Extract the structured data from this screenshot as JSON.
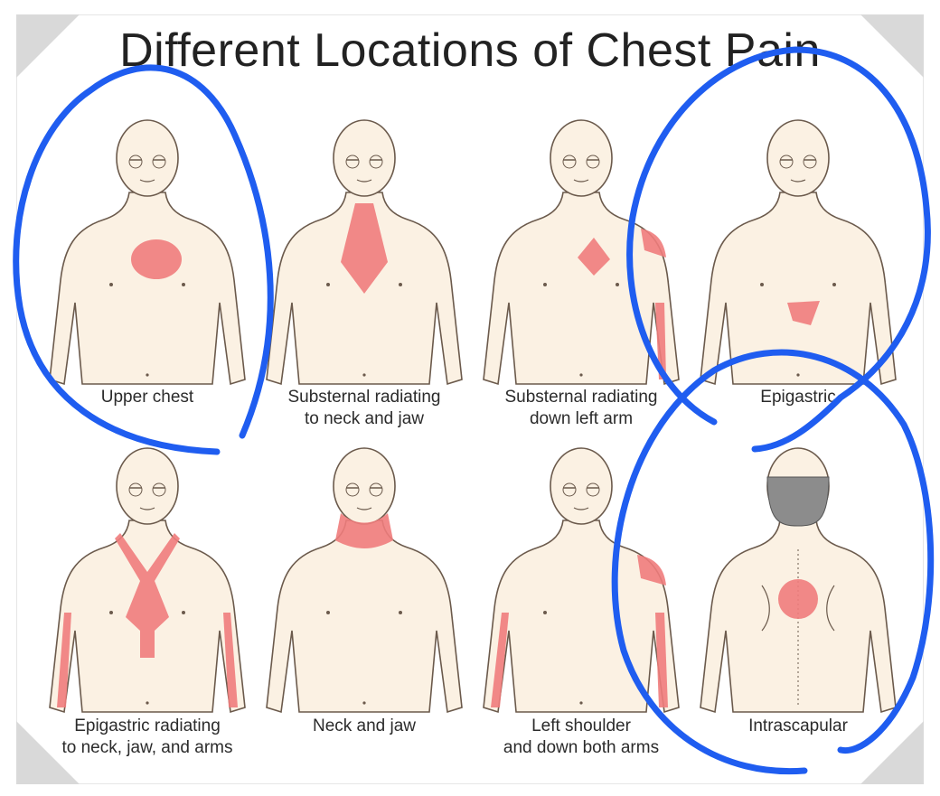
{
  "title": "Different Locations of Chest Pain",
  "panels": [
    {
      "label": "Upper chest",
      "view": "front",
      "region": "upper-chest"
    },
    {
      "label": "Substernal radiating to neck and jaw",
      "view": "front",
      "region": "substernal-neck"
    },
    {
      "label": "Substernal radiating down left arm",
      "view": "front",
      "region": "substernal-left-arm"
    },
    {
      "label": "Epigastric",
      "view": "front",
      "region": "epigastric"
    },
    {
      "label": "Epigastric radiating to neck, jaw, and arms",
      "view": "front",
      "region": "epigastric-neck-arms"
    },
    {
      "label": "Neck and jaw",
      "view": "front",
      "region": "neck-jaw"
    },
    {
      "label": "Left shoulder and down both arms",
      "view": "front",
      "region": "shoulder-arms"
    },
    {
      "label": "Intrascapular",
      "view": "back",
      "region": "intrascapular"
    }
  ],
  "label_lines": [
    [
      "Upper chest"
    ],
    [
      "Substernal radiating",
      "to neck and jaw"
    ],
    [
      "Substernal radiating",
      "down left arm"
    ],
    [
      "Epigastric"
    ],
    [
      "Epigastric radiating",
      "to neck, jaw, and arms"
    ],
    [
      "Neck and jaw"
    ],
    [
      "Left shoulder",
      "and down both arms"
    ],
    [
      "Intrascapular"
    ]
  ],
  "colors": {
    "skin": "#fbf1e3",
    "outline": "#6b5a4c",
    "pain": "#ef7c7c",
    "annotation": "#1f5df0",
    "hair": "#8c8c8c"
  }
}
